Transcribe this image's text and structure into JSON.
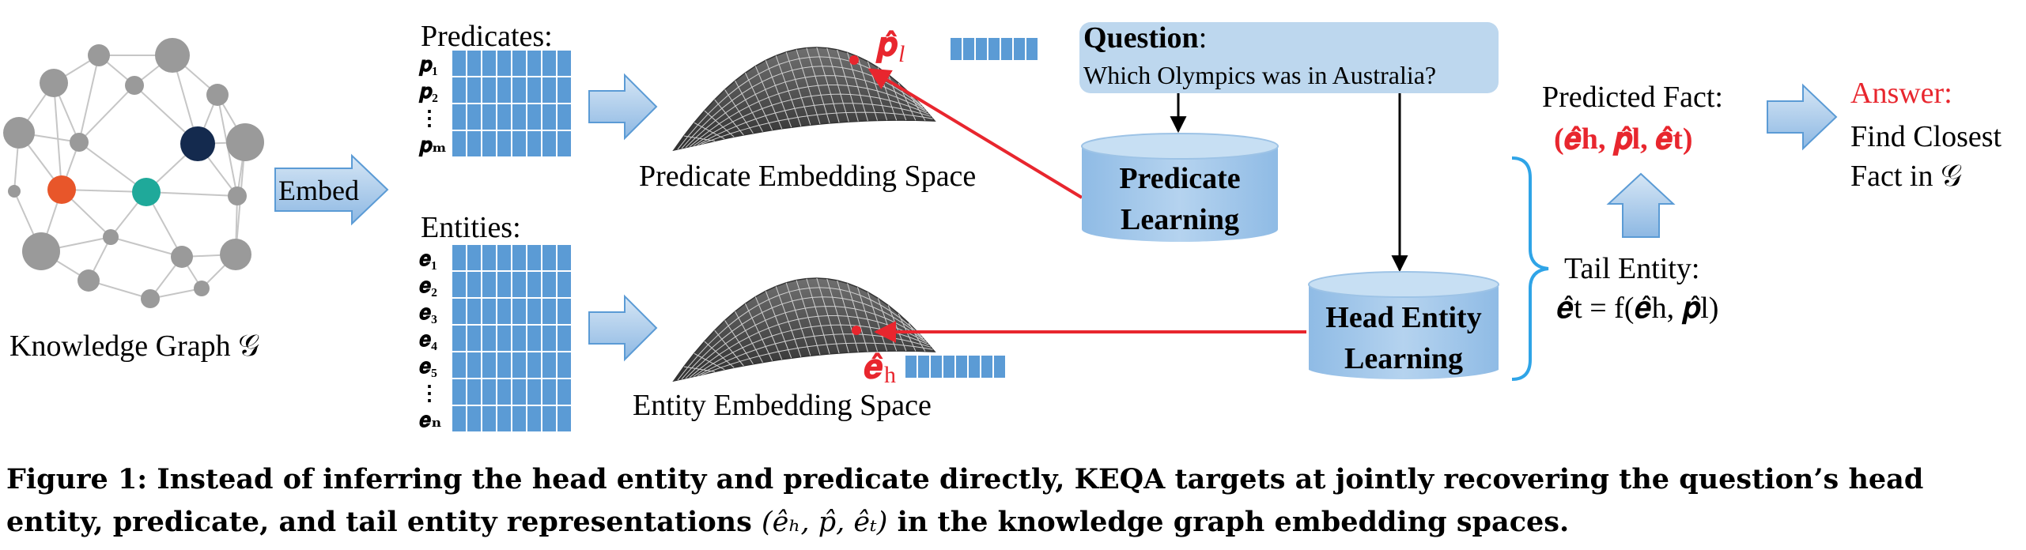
{
  "kg": {
    "label": "Knowledge Graph 𝒢",
    "node_colors": {
      "gray": "#9a9a9a",
      "orange": "#e8562a",
      "teal": "#1fa99a",
      "navy": "#142a4e"
    }
  },
  "embed": {
    "label": "Embed"
  },
  "predicates": {
    "title": "Predicates:",
    "rows": [
      "𝒑₁",
      "𝒑₂",
      "⋮",
      "𝒑ₘ"
    ]
  },
  "entities": {
    "title": "Entities:",
    "rows": [
      "𝒆₁",
      "𝒆₂",
      "𝒆₃",
      "𝒆₄",
      "𝒆₅",
      "⋮",
      "𝒆ₙ"
    ]
  },
  "spaces": {
    "predicate_space": "Predicate Embedding Space",
    "entity_space": "Entity Embedding Space",
    "p_hat": "𝒑̂",
    "p_sub": "l",
    "e_hat": "𝒆̂",
    "e_sub": "h"
  },
  "question": {
    "title": "Question",
    "colon": ":",
    "text": "Which Olympics was in Australia?"
  },
  "modules": {
    "predicate_line1": "Predicate",
    "predicate_line2": "Learning",
    "head_line1": "Head Entity",
    "head_line2": "Learning"
  },
  "right": {
    "predicted_fact": "Predicted Fact:",
    "fact_formula": "(𝒆̂h, 𝒑̂l, 𝒆̂t)",
    "tail_entity": "Tail Entity:",
    "tail_formula": "𝒆̂t = f(𝒆̂h, 𝒑̂l)",
    "answer_label": "Answer:",
    "answer_line1": "Find Closest",
    "answer_line2": "Fact in 𝒢"
  },
  "colors": {
    "blue_cell": "#5b9bd5",
    "cylinder": "#9dc3e6",
    "question_bg": "#bdd7ee",
    "arrow_blue": "#9dc3e6",
    "red": "#e8262e",
    "brace": "#2fa4e7"
  },
  "caption": {
    "line1": "Figure 1: Instead of inferring the head entity and predicate directly, KEQA targets at jointly recovering the question’s head",
    "line2_a": "entity, predicate, and tail entity representations ",
    "line2_math": "(ê",
    "line2_b": " in the knowledge graph embedding spaces.",
    "math_full": "(êₕ, p̂, êₜ)"
  }
}
